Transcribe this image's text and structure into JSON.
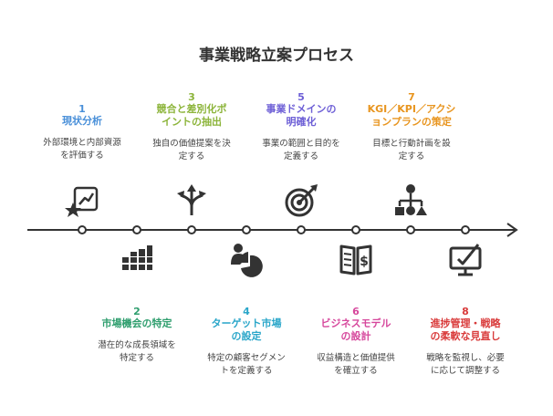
{
  "title": "事業戦略立案プロセス",
  "steps": [
    {
      "num": "1",
      "name": [
        "現状分析"
      ],
      "desc": [
        "外部環境と内部資源",
        "を評価する"
      ],
      "color": "#4a90d9",
      "icon": "chart-growth-icon"
    },
    {
      "num": "2",
      "name": [
        "市場機会の特定"
      ],
      "desc": [
        "潜在的な成長領域を",
        "特定する"
      ],
      "color": "#2f9e6e",
      "icon": "grid-chart-icon"
    },
    {
      "num": "3",
      "name": [
        "競合と差別化ポ",
        "イントの抽出"
      ],
      "desc": [
        "独自の価値提案を決",
        "定する"
      ],
      "color": "#8cb43a",
      "icon": "split-arrows-icon"
    },
    {
      "num": "4",
      "name": [
        "ターゲット市場",
        "の設定"
      ],
      "desc": [
        "特定の顧客セグメン",
        "トを定義する"
      ],
      "color": "#2aa6c9",
      "icon": "person-pie-icon"
    },
    {
      "num": "5",
      "name": [
        "事業ドメインの",
        "明確化"
      ],
      "desc": [
        "事業の範囲と目的を",
        "定義する"
      ],
      "color": "#6d5fd6",
      "icon": "target-icon"
    },
    {
      "num": "6",
      "name": [
        "ビジネスモデル",
        "の設計"
      ],
      "desc": [
        "収益構造と価値提供",
        "を確立する"
      ],
      "color": "#d6479c",
      "icon": "book-dollar-icon"
    },
    {
      "num": "7",
      "name": [
        "KGI／KPI／アクシ",
        "ョンプランの策定"
      ],
      "desc": [
        "目標と行動計画を設",
        "定する"
      ],
      "color": "#e8951f",
      "icon": "org-chart-icon"
    },
    {
      "num": "8",
      "name": [
        "進捗管理・戦略",
        "の柔軟な見直し"
      ],
      "desc": [
        "戦略を監視し、必要",
        "に応じて調整する"
      ],
      "color": "#d93b3b",
      "icon": "monitor-check-icon"
    }
  ]
}
